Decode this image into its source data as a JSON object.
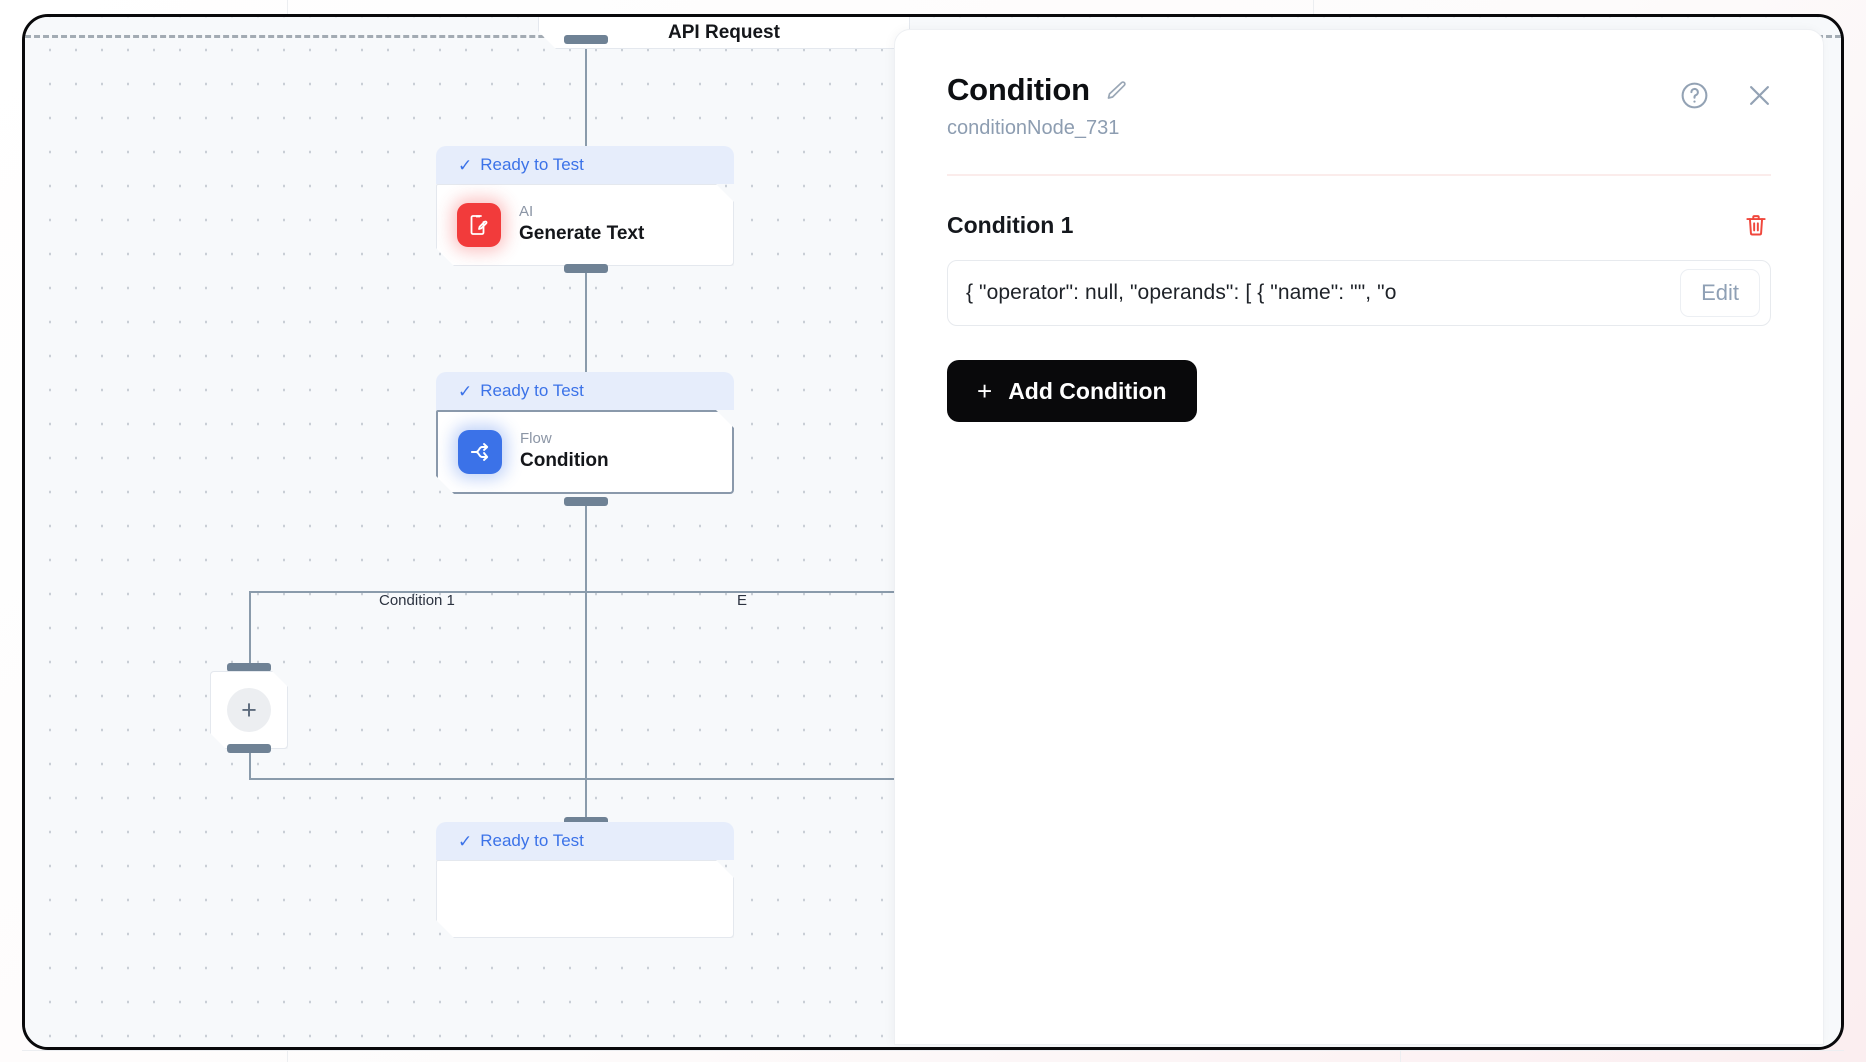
{
  "canvas": {
    "top_node": {
      "title": "API Request"
    },
    "nodes": [
      {
        "status": "Ready to Test",
        "kind": "AI",
        "title": "Generate Text",
        "icon": "ai-document-edit-icon"
      },
      {
        "status": "Ready to Test",
        "kind": "Flow",
        "title": "Condition",
        "icon": "flow-branch-icon"
      }
    ],
    "branch_labels": [
      {
        "text": "Condition 1"
      },
      {
        "text": "E"
      }
    ],
    "bottom_node": {
      "status": "Ready to Test"
    },
    "add_node_label": "+",
    "status_check_glyph": "✓"
  },
  "panel": {
    "title": "Condition",
    "subtitle": "conditionNode_731",
    "help_label": "?",
    "close_label": "✕",
    "conditions": [
      {
        "label": "Condition 1",
        "value": "{  \"operator\": null, \"operands\": [   {     \"name\": \"\",    \"o",
        "edit_label": "Edit",
        "delete_label": "delete"
      }
    ],
    "add_condition_label": "Add Condition",
    "add_condition_plus": "+"
  },
  "colors": {
    "accent_blue": "#3b72e8",
    "status_bg": "#e6edfb",
    "ai_red": "#f23b3b",
    "danger_red": "#f0473c",
    "button_black": "#09090b",
    "muted": "#8d9db1"
  }
}
